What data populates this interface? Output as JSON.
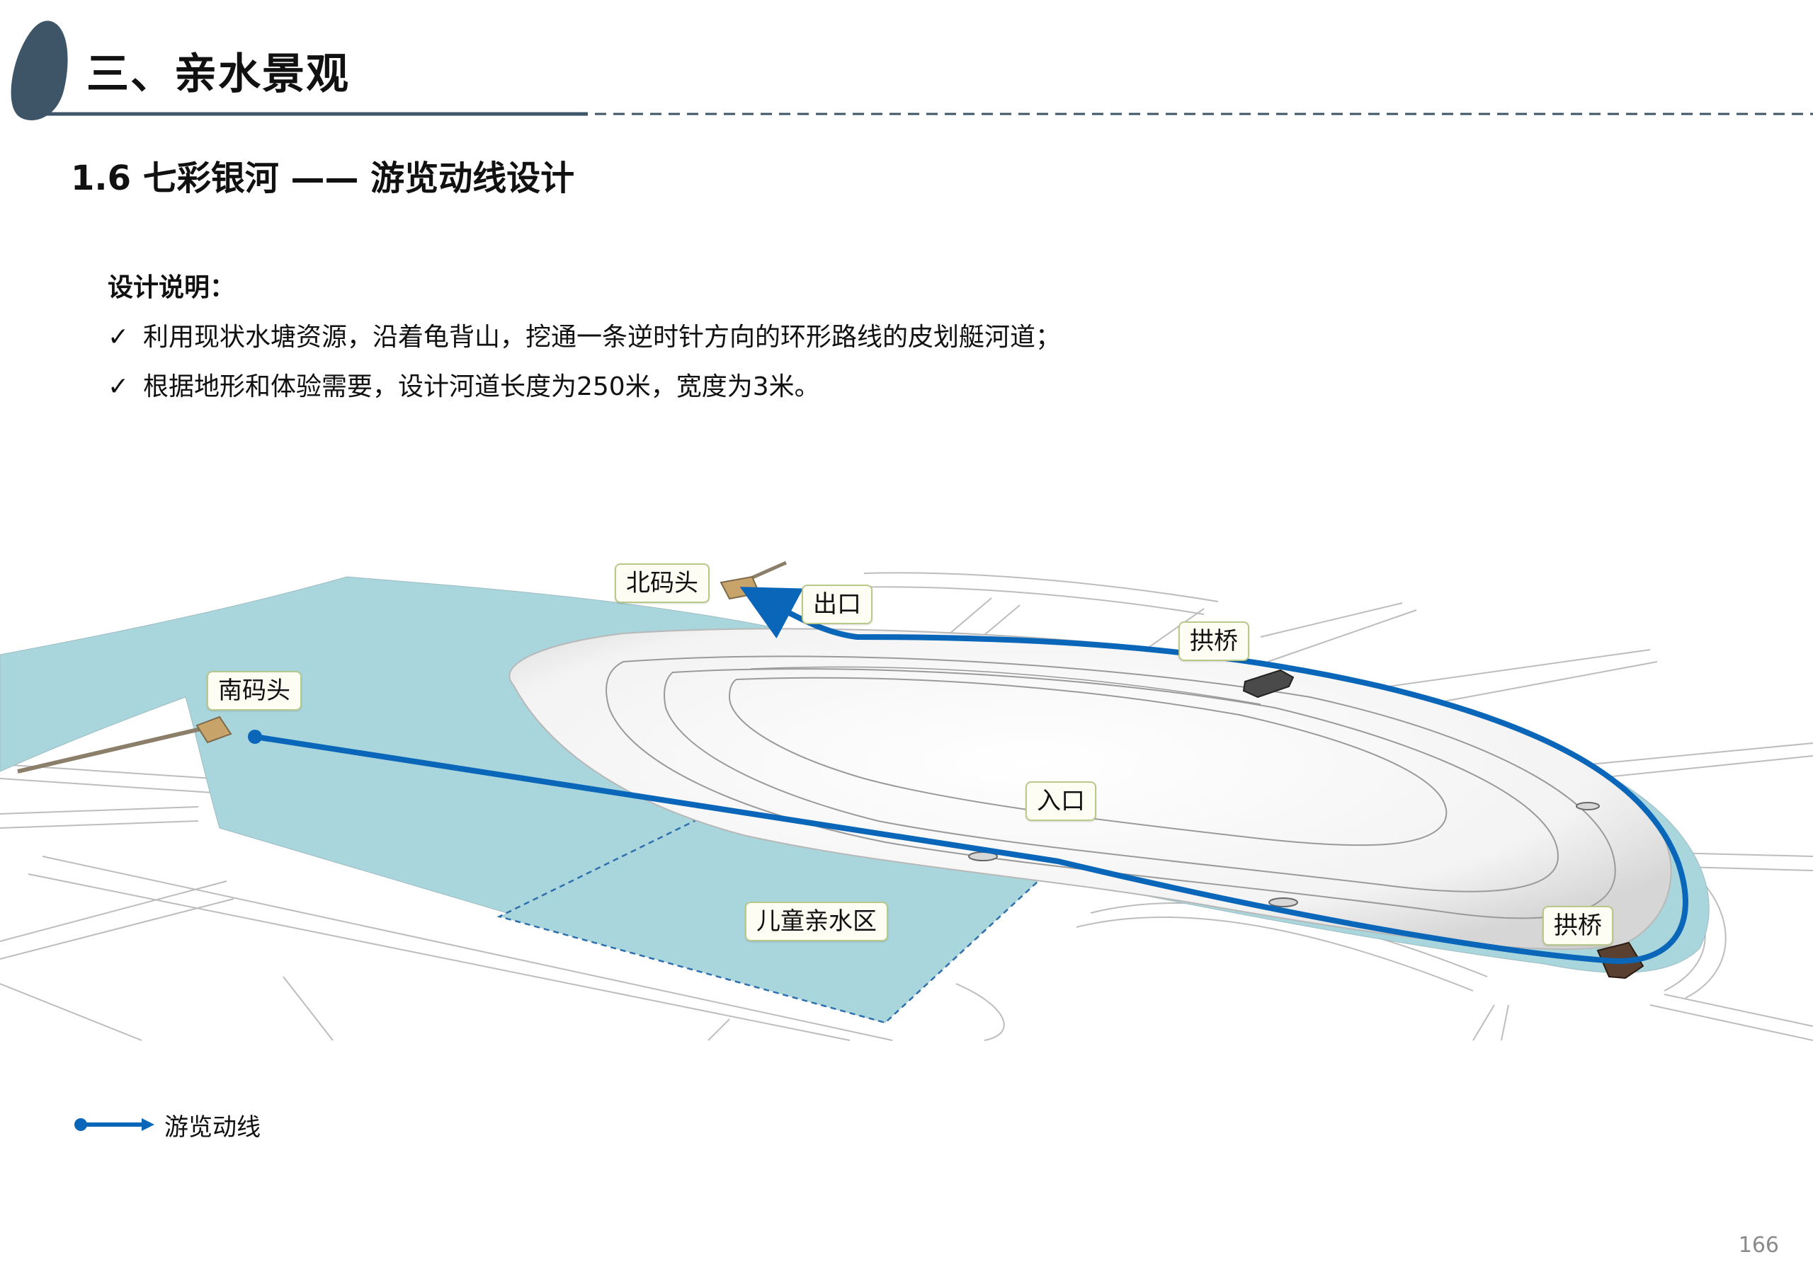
{
  "header": {
    "title": "三、亲水景观"
  },
  "subtitle": "1.6 七彩银河 —— 游览动线设计",
  "notes": {
    "heading": "设计说明：",
    "items": [
      {
        "icon": "check-icon",
        "text": "利用现状水塘资源，沿着龟背山，挖通一条逆时针方向的环形路线的皮划艇河道；"
      },
      {
        "icon": "check-icon",
        "text": "根据地形和体验需要，设计河道长度为250米，宽度为3米。"
      }
    ]
  },
  "map_labels": {
    "north_pier": "北码头",
    "exit": "出口",
    "arch_bridge_top": "拱桥",
    "south_pier": "南码头",
    "entrance": "入口",
    "children_water_area": "儿童亲水区",
    "arch_bridge_bottom": "拱桥"
  },
  "legend": {
    "label": "游览动线",
    "color": "#0a66b8"
  },
  "colors": {
    "water": "#a9d6dc",
    "route": "#0a66b8",
    "header_accent": "#3d5566"
  },
  "page_number": "166"
}
